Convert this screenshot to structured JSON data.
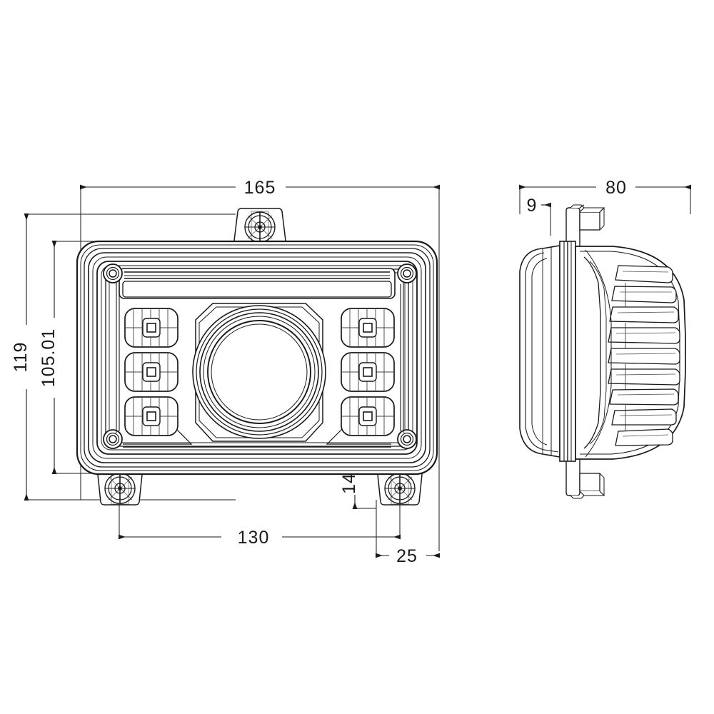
{
  "document": {
    "type": "engineering-drawing",
    "subject": "LED Headlight Assembly",
    "views": [
      "front-view",
      "side-view"
    ],
    "background_color": "#ffffff",
    "line_color": "#1a1a1a",
    "dimension_color": "#1a1a1a",
    "units": "mm"
  },
  "dimensions": {
    "overall_width": {
      "value": "165",
      "view": "front-view",
      "orientation": "horizontal",
      "position": "top"
    },
    "overall_height": {
      "value": "119",
      "view": "front-view",
      "orientation": "vertical",
      "position": "left-outer"
    },
    "lens_height": {
      "value": "105.01",
      "view": "front-view",
      "orientation": "vertical",
      "position": "left-inner"
    },
    "mount_spacing": {
      "value": "130",
      "view": "front-view",
      "orientation": "horizontal",
      "position": "bottom"
    },
    "mount_offset": {
      "value": "25",
      "view": "front-view",
      "orientation": "horizontal",
      "position": "bottom-right"
    },
    "tab_depth": {
      "value": "14",
      "view": "front-view",
      "orientation": "vertical",
      "position": "bottom-center-right"
    },
    "overall_depth": {
      "value": "80",
      "view": "side-view",
      "orientation": "horizontal",
      "position": "top"
    },
    "lens_depth": {
      "value": "9",
      "view": "side-view",
      "orientation": "horizontal",
      "position": "top-left"
    }
  },
  "front_view": {
    "label": "front-view",
    "features": {
      "housing_bezel": "rounded-rectangle-housing",
      "drl_light_bar": "horizontal-led-strip",
      "projector_lens": "center-projector-lens",
      "led_modules_left_count": 3,
      "led_modules_right_count": 3,
      "corner_screws_count": 4,
      "mounting_tabs_count": 3
    }
  },
  "side_view": {
    "label": "side-view",
    "features": {
      "heat_sink_fins": 9,
      "lens_face": "front-lens-profile",
      "mounting_tab_top": "top-mount-tab",
      "mounting_tab_bottom": "bottom-mount-tab"
    }
  }
}
